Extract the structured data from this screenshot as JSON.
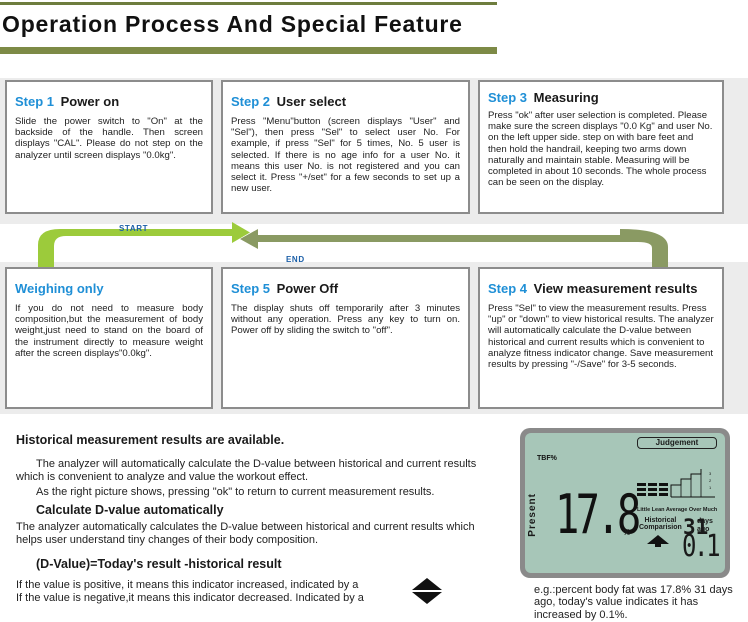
{
  "header": {
    "title": "Operation Process And Special Feature"
  },
  "steps": {
    "step1": {
      "num": "Step 1",
      "label": "Power on",
      "text": "Slide the power switch to \"On\" at the backside of the handle. Then screen displays \"CAL\". Please do not step on the analyzer until screen displays \"0.0kg\"."
    },
    "step2": {
      "num": "Step 2",
      "label": "User select",
      "text": "Press \"Menu\"button (screen displays \"User\" and \"Sel\"), then press \"Sel\" to select user No. For example, if press \"Sel\" for 5 times, No. 5 user is selected. If there is no age info for a user No. it means this user No. is not registered and you can select it. Press \"+/set\" for a few seconds to set up a new user."
    },
    "step3": {
      "num": "Step 3",
      "label": "Measuring",
      "text": "Press \"ok\" after user selection is completed. Please make sure the screen displays \"0.0 Kg\" and user No. on the left upper side. step on with bare feet and then hold the handrail, keeping two arms down naturally and maintain stable. Measuring will be completed in about 10 seconds. The whole process can be seen on the display."
    },
    "weighing": {
      "label": "Weighing only",
      "text": "If you do not need to measure body composition,but the measurement of body weight,just need to stand on the board of the instrument directly to measure weight after the screen displays\"0.0kg\"."
    },
    "step5": {
      "num": "Step 5",
      "label": "Power Off",
      "text": "The display shuts off temporarily after 3 minutes without any operation. Press any key to turn on. Power off by sliding the switch to \"off\"."
    },
    "step4": {
      "num": "Step 4",
      "label": "View measurement results",
      "text": "Press \"Sel\" to view the measurement results. Press \"up\" or \"down\" to view historical results. The analyzer will automatically calculate the D-value between historical and current results which is convenient to analyze fitness indicator change. Save measurement results by pressing \"-/Save\" for 3-5 seconds."
    }
  },
  "flow": {
    "start": "START",
    "end": "END"
  },
  "history": {
    "heading": "Historical measurement results are available.",
    "para1": "The analyzer will automatically calculate the D-value between historical and current results which is convenient to analyze and value the workout effect.",
    "para2": "As the right picture shows, pressing \"ok\" to return to current measurement results.",
    "dvalue_heading": "Calculate D-value automatically",
    "dvalue_text": "The analyzer automatically calculates the D-value between historical and current results which helps user understand tiny changes of their body composition.",
    "formula": "(D-Value)=Today's result -historical result",
    "positive": "If the value is positive, it means this indicator increased, indicated by a",
    "negative": "If the value is negative,it means this indicator decreased. Indicated by a"
  },
  "lcd": {
    "tbf": "TBF%",
    "judgement": "Judgement",
    "present": "Present",
    "value": "17.8",
    "unit": "%",
    "levels": "Little Lean Average Over Much",
    "historical": "Historical",
    "comparison": "Comparision",
    "days": "31",
    "days_label": "days",
    "ago_label": "ago",
    "diff": "0.1"
  },
  "caption": "e.g.:percent body fat was 17.8% 31 days ago, today's value indicates it has increased by 0.1%.",
  "colors": {
    "accent_green": "#7d8a46",
    "flow_green": "#9ccb3b",
    "step_blue": "#1f8fd6",
    "lcd_bg": "#a7c6b8"
  }
}
